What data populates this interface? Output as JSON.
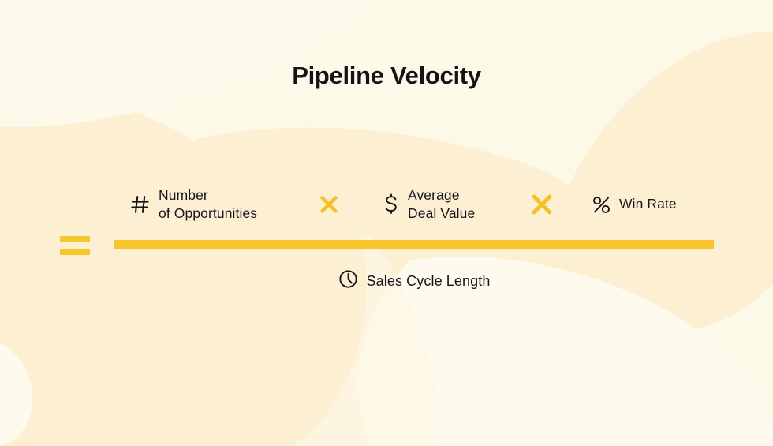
{
  "page": {
    "title": "Pipeline Velocity",
    "background_color": "#FDF9E8",
    "blob_color_warm": "#FCEFD2",
    "blob_color_light": "#FEFBEE",
    "accent_color": "#F7C42B",
    "text_color": "#16161A"
  },
  "formula": {
    "equals_sign": "=",
    "numerator": {
      "terms": [
        {
          "id": "opportunities",
          "icon": "hash-icon",
          "label": "Number\nof Opportunities"
        },
        {
          "id": "dealvalue",
          "icon": "dollar-icon",
          "label": "Average\nDeal Value"
        },
        {
          "id": "winrate",
          "icon": "percent-icon",
          "label": "Win Rate"
        }
      ],
      "operators": [
        {
          "id": "multiply-1",
          "icon": "multiply-icon",
          "symbol": "×"
        },
        {
          "id": "multiply-2",
          "icon": "multiply-icon",
          "symbol": "×"
        }
      ]
    },
    "denominator": {
      "term": {
        "id": "salescyclelength",
        "icon": "clock-icon",
        "label": "Sales Cycle Length"
      }
    }
  }
}
